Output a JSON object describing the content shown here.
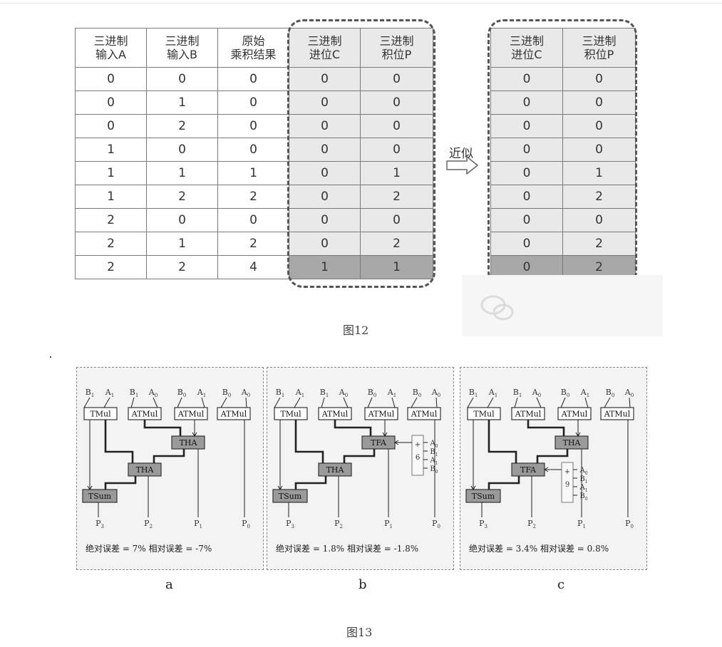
{
  "fig12": {
    "headers": [
      "三进制\n输入A",
      "三进制\n输入B",
      "原始\n乘积结果",
      "三进制\n进位C",
      "三进制\n积位P"
    ],
    "rows": [
      [
        "0",
        "0",
        "0",
        "0",
        "0"
      ],
      [
        "0",
        "1",
        "0",
        "0",
        "0"
      ],
      [
        "0",
        "2",
        "0",
        "0",
        "0"
      ],
      [
        "1",
        "0",
        "0",
        "0",
        "0"
      ],
      [
        "1",
        "1",
        "1",
        "0",
        "1"
      ],
      [
        "1",
        "2",
        "2",
        "0",
        "2"
      ],
      [
        "2",
        "0",
        "0",
        "0",
        "0"
      ],
      [
        "2",
        "1",
        "2",
        "0",
        "2"
      ],
      [
        "2",
        "2",
        "4",
        "1",
        "1"
      ]
    ],
    "approx_label": "近似",
    "right_headers": [
      "三进制\n进位C",
      "三进制\n积位P"
    ],
    "right_rows": [
      [
        "0",
        "0"
      ],
      [
        "0",
        "0"
      ],
      [
        "0",
        "0"
      ],
      [
        "0",
        "0"
      ],
      [
        "0",
        "1"
      ],
      [
        "0",
        "2"
      ],
      [
        "0",
        "0"
      ],
      [
        "0",
        "2"
      ],
      [
        "0",
        "2"
      ]
    ],
    "caption": "图12"
  },
  "fig13": {
    "caption": "图13",
    "panels": [
      {
        "label": "a",
        "error_text": "绝对误差 = 7%  相对误差 = -7%",
        "blocks": {
          "tmul": "TMul",
          "atmul": "ATMul",
          "tha1": "THA",
          "tha2": "THA",
          "tsum": "TSum"
        },
        "inputs": [
          "B1",
          "A1",
          "B1",
          "A0",
          "B0",
          "A1",
          "B0",
          "A0"
        ],
        "outputs": [
          "P3",
          "P2",
          "P1",
          "P0"
        ]
      },
      {
        "label": "b",
        "error_text": "绝对误差 = 1.8%  相对误差 = -1.8%",
        "blocks": {
          "tmul": "TMul",
          "atmul": "ATMul",
          "tfa": "TFA",
          "tha": "THA",
          "tsum": "TSum"
        },
        "side_box": {
          "symbol": "+",
          "number": "6",
          "terms": [
            "A0",
            "B1",
            "A1",
            "B0"
          ]
        },
        "inputs": [
          "B1",
          "A1",
          "B1",
          "A0",
          "B0",
          "A1",
          "B0",
          "A0"
        ],
        "outputs": [
          "P3",
          "P2",
          "P1",
          "P0"
        ]
      },
      {
        "label": "c",
        "error_text": "绝对误差 = 3.4%  相对误差 = 0.8%",
        "blocks": {
          "tmul": "TMul",
          "atmul": "ATMul",
          "tha": "THA",
          "tfa": "TFA",
          "tsum": "TSum"
        },
        "side_box": {
          "symbol": "+",
          "number": "9",
          "terms": [
            "A0",
            "B1",
            "A1",
            "B0"
          ]
        },
        "inputs": [
          "B1",
          "A1",
          "B1",
          "A0",
          "B0",
          "A1",
          "B0",
          "A0"
        ],
        "outputs": [
          "P3",
          "P2",
          "P1",
          "P0"
        ]
      }
    ]
  }
}
